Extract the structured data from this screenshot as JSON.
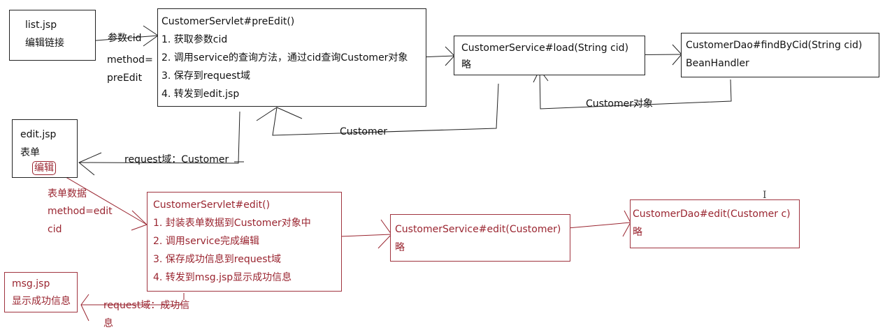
{
  "colors": {
    "black": "#222222",
    "red": "#9a2530"
  },
  "list_jsp": {
    "title": "list.jsp",
    "item": "编辑链接"
  },
  "label_param": {
    "line1": "参数cid",
    "line2": "method=",
    "line3": "preEdit"
  },
  "servlet_preedit": {
    "title": "CustomerServlet#preEdit()",
    "steps": [
      "1. 获取参数cid",
      "2. 调用service的查询方法，通过cid查询Customer对象",
      "3. 保存到request域",
      "4. 转发到edit.jsp"
    ]
  },
  "service_load": {
    "title": "CustomerService#load(String cid)",
    "body": "略"
  },
  "dao_find": {
    "title": "CustomerDao#findByCid(String cid)",
    "body": "BeanHandler"
  },
  "label_customer_obj": "Customer对象",
  "label_customer": "Customer",
  "label_request_customer": "request域：Customer",
  "edit_jsp": {
    "title": "edit.jsp",
    "form": "表单",
    "edit_button": "编辑"
  },
  "label_form_data": {
    "line1": "表单数据",
    "line2": "method=edit",
    "line3": "cid"
  },
  "servlet_edit": {
    "title": "CustomerServlet#edit()",
    "steps": [
      "1. 封装表单数据到Customer对象中",
      "2. 调用service完成编辑",
      "3. 保存成功信息到request域",
      "4. 转发到msg.jsp显示成功信息"
    ]
  },
  "service_edit": {
    "title": "CustomerService#edit(Customer)",
    "body": "略"
  },
  "dao_edit": {
    "title": "CustomerDao#edit(Customer c)",
    "body": "略"
  },
  "msg_jsp": {
    "title": "msg.jsp",
    "body": "显示成功信息"
  },
  "label_request_success": {
    "line1": "request域：成功信",
    "line2": "息"
  }
}
